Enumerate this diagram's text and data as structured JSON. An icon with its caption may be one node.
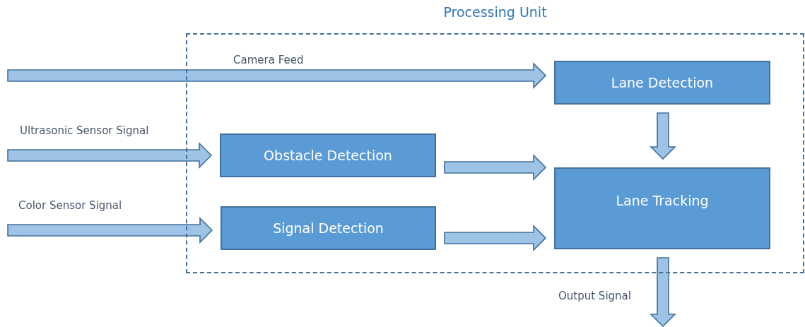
{
  "diagram": {
    "nodes": [
      {
        "text": [
          "Processing Unit"
        ]
      },
      {
        "text": [
          "Lane Detection"
        ],
        "in": 0
      },
      {
        "text": [
          "Obstacle Detection"
        ],
        "in": 0
      },
      {
        "text": [
          "Signal Detection"
        ],
        "in": 0
      },
      {
        "text": [
          "Lane Tracking"
        ],
        "in": 0
      }
    ],
    "edges": [
      {
        "from": null,
        "to": 1,
        "arrow": "to",
        "label": "Camera Feed"
      },
      {
        "from": null,
        "to": 2,
        "arrow": "to",
        "label": "Ultrasonic Sensor Signal"
      },
      {
        "from": null,
        "to": 3,
        "arrow": "to",
        "label": "Color Sensor Signal"
      },
      {
        "from": 2,
        "to": 4,
        "arrow": "to"
      },
      {
        "from": 3,
        "to": 4,
        "arrow": "to"
      },
      {
        "from": 1,
        "to": 4,
        "arrow": "to"
      },
      {
        "from": 4,
        "to": null,
        "arrow": "to",
        "label": "Output Signal"
      }
    ]
  }
}
